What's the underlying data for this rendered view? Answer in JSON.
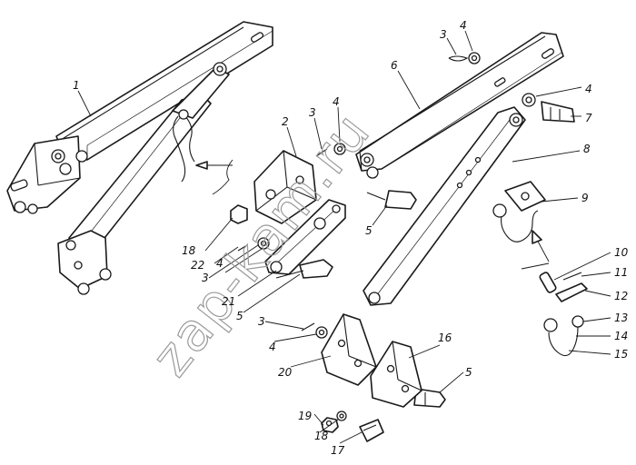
{
  "watermark": "zap-kam.ru",
  "callouts": [
    {
      "id": "c1",
      "text": "1"
    },
    {
      "id": "c2",
      "text": "2"
    },
    {
      "id": "c3a",
      "text": "3"
    },
    {
      "id": "c4a",
      "text": "4"
    },
    {
      "id": "c3b",
      "text": "3"
    },
    {
      "id": "c4b",
      "text": "4"
    },
    {
      "id": "c6",
      "text": "6"
    },
    {
      "id": "c4c",
      "text": "4"
    },
    {
      "id": "c7",
      "text": "7"
    },
    {
      "id": "c8",
      "text": "8"
    },
    {
      "id": "c9",
      "text": "9"
    },
    {
      "id": "c5a",
      "text": "5"
    },
    {
      "id": "c18a",
      "text": "18"
    },
    {
      "id": "c22",
      "text": "22"
    },
    {
      "id": "c3c",
      "text": "3"
    },
    {
      "id": "c4d",
      "text": "4"
    },
    {
      "id": "c21",
      "text": "21"
    },
    {
      "id": "c5b",
      "text": "5"
    },
    {
      "id": "c3d",
      "text": "3"
    },
    {
      "id": "c4e",
      "text": "4"
    },
    {
      "id": "c20",
      "text": "20"
    },
    {
      "id": "c16",
      "text": "16"
    },
    {
      "id": "c5c",
      "text": "5"
    },
    {
      "id": "c19",
      "text": "19"
    },
    {
      "id": "c18b",
      "text": "18"
    },
    {
      "id": "c17",
      "text": "17"
    },
    {
      "id": "c10",
      "text": "10"
    },
    {
      "id": "c11",
      "text": "11"
    },
    {
      "id": "c12",
      "text": "12"
    },
    {
      "id": "c13",
      "text": "13"
    },
    {
      "id": "c14",
      "text": "14"
    },
    {
      "id": "c15",
      "text": "15"
    }
  ]
}
